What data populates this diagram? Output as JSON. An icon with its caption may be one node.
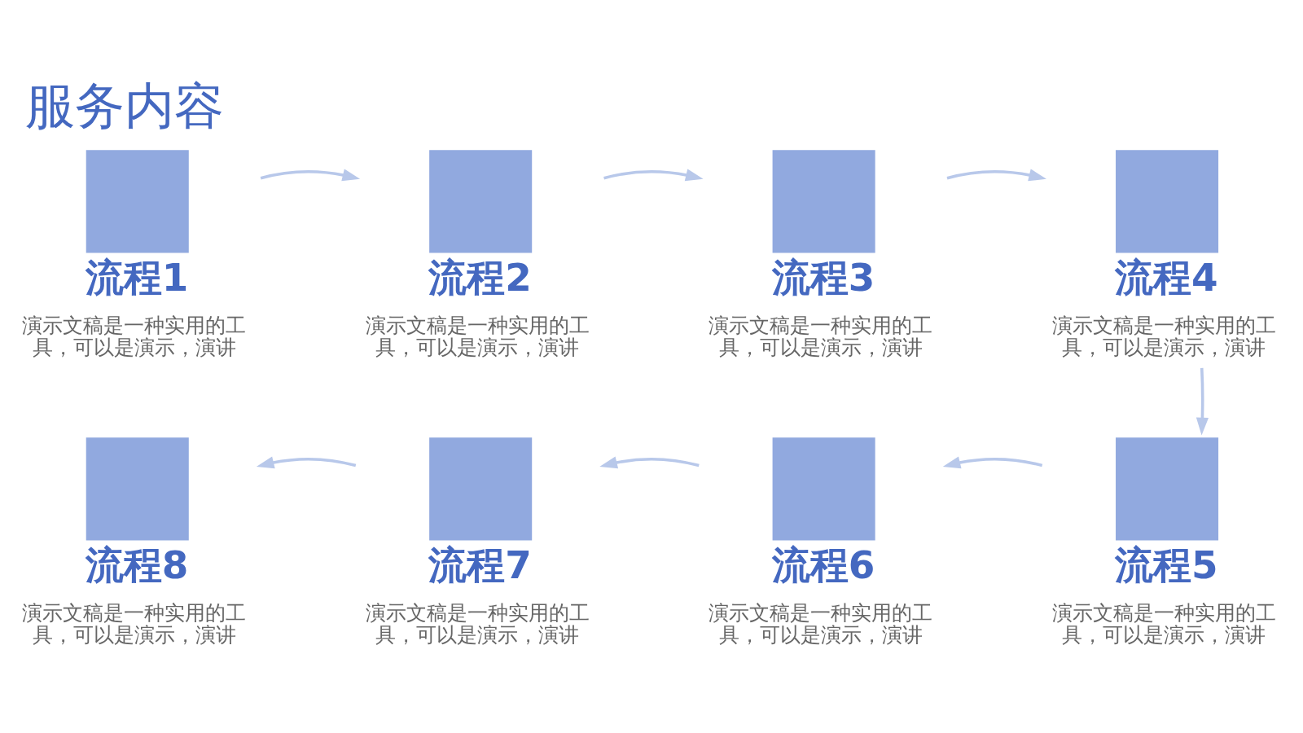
{
  "diagram": {
    "title": "服务内容",
    "nodes": [
      {
        "text": [
          "流程1",
          "演示文稿是一种实用的工具，可以是演示，演讲"
        ]
      },
      {
        "text": [
          "流程2",
          "演示文稿是一种实用的工具，可以是演示，演讲"
        ]
      },
      {
        "text": [
          "流程3",
          "演示文稿是一种实用的工具，可以是演示，演讲"
        ]
      },
      {
        "text": [
          "流程4",
          "演示文稿是一种实用的工具，可以是演示，演讲"
        ]
      },
      {
        "text": [
          "流程5",
          "演示文稿是一种实用的工具，可以是演示，演讲"
        ]
      },
      {
        "text": [
          "流程6",
          "演示文稿是一种实用的工具，可以是演示，演讲"
        ]
      },
      {
        "text": [
          "流程7",
          "演示文稿是一种实用的工具，可以是演示，演讲"
        ]
      },
      {
        "text": [
          "流程8",
          "演示文稿是一种实用的工具，可以是演示，演讲"
        ]
      }
    ],
    "edges": [
      {
        "from": 0,
        "to": 1,
        "arrow": "to"
      },
      {
        "from": 1,
        "to": 2,
        "arrow": "to"
      },
      {
        "from": 2,
        "to": 3,
        "arrow": "to"
      },
      {
        "from": 3,
        "to": 4,
        "arrow": "to"
      },
      {
        "from": 4,
        "to": 5,
        "arrow": "to"
      },
      {
        "from": 5,
        "to": 6,
        "arrow": "to"
      },
      {
        "from": 6,
        "to": 7,
        "arrow": "to"
      }
    ]
  }
}
